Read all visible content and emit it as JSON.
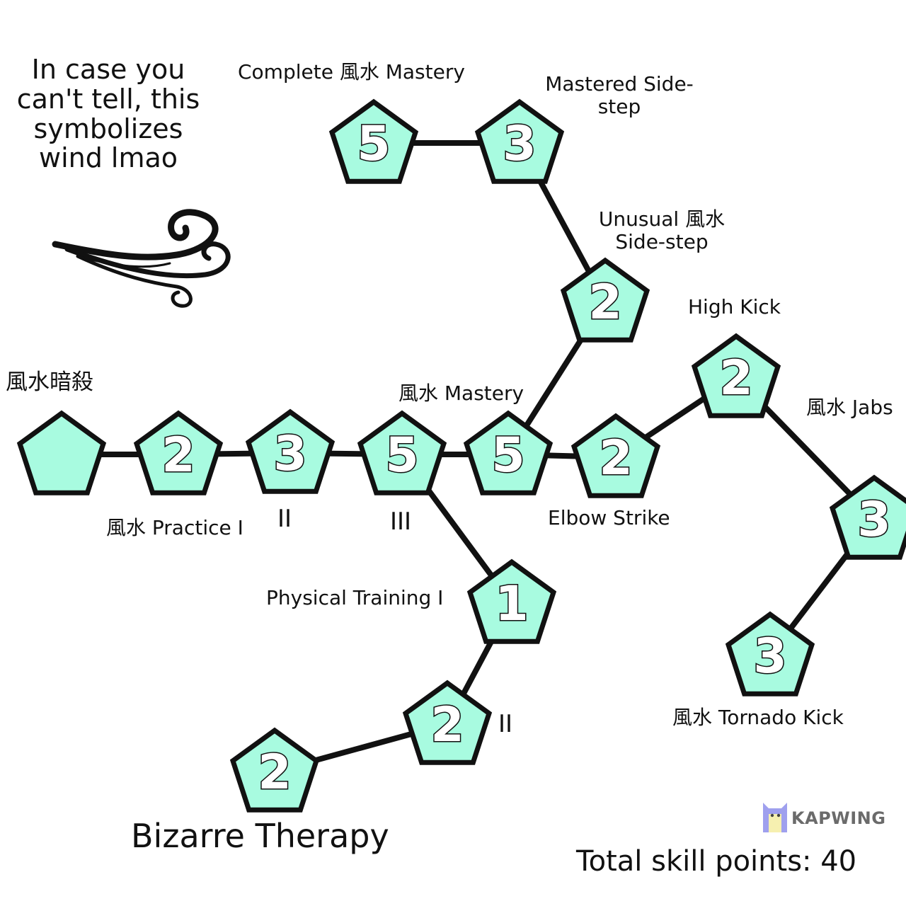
{
  "colors": {
    "node_fill": "#a8fbe0",
    "outline": "#111111",
    "text": "#111111"
  },
  "nodes": [
    {
      "id": "root",
      "value": ""
    },
    {
      "id": "practice1",
      "value": "2"
    },
    {
      "id": "practice2",
      "value": "3"
    },
    {
      "id": "practice3",
      "value": "5"
    },
    {
      "id": "mastery",
      "value": "5"
    },
    {
      "id": "elbow",
      "value": "2"
    },
    {
      "id": "highkick",
      "value": "2"
    },
    {
      "id": "jabs",
      "value": "3"
    },
    {
      "id": "tornado",
      "value": "3"
    },
    {
      "id": "unusual",
      "value": "2"
    },
    {
      "id": "mastered",
      "value": "3"
    },
    {
      "id": "complete",
      "value": "5"
    },
    {
      "id": "phys1",
      "value": "1"
    },
    {
      "id": "phys2",
      "value": "2"
    },
    {
      "id": "bizarre",
      "value": "2"
    }
  ],
  "edges": [
    [
      "root",
      "practice1"
    ],
    [
      "practice1",
      "practice2"
    ],
    [
      "practice2",
      "practice3"
    ],
    [
      "practice3",
      "mastery"
    ],
    [
      "mastery",
      "elbow"
    ],
    [
      "elbow",
      "highkick"
    ],
    [
      "highkick",
      "jabs"
    ],
    [
      "jabs",
      "tornado"
    ],
    [
      "mastery",
      "unusual"
    ],
    [
      "unusual",
      "mastered"
    ],
    [
      "mastered",
      "complete"
    ],
    [
      "practice3",
      "phys1"
    ],
    [
      "phys1",
      "phys2"
    ],
    [
      "phys2",
      "bizarre"
    ]
  ],
  "labels": {
    "root": "風水暗殺",
    "practice1": "風水 Practice I",
    "practice2": "II",
    "practice3": "III",
    "mastery": "風水 Mastery",
    "elbow": "Elbow Strike",
    "highkick": "High Kick",
    "jabs": "風水 Jabs",
    "tornado": "風水 Tornado Kick",
    "unusual": "Unusual 風水\nSide-step",
    "mastered": "Mastered Side-\nstep",
    "complete": "Complete 風水 Mastery",
    "phys1": "Physical Training I",
    "phys2": "II",
    "bizarre": "Bizarre Therapy"
  },
  "note": "In case you can't tell, this symbolizes wind lmao",
  "icons": {
    "wind": "wind-icon",
    "watermark_logo": "kapwing-logo-icon"
  },
  "watermark": "KAPWING",
  "total_label": "Total skill points: 40"
}
